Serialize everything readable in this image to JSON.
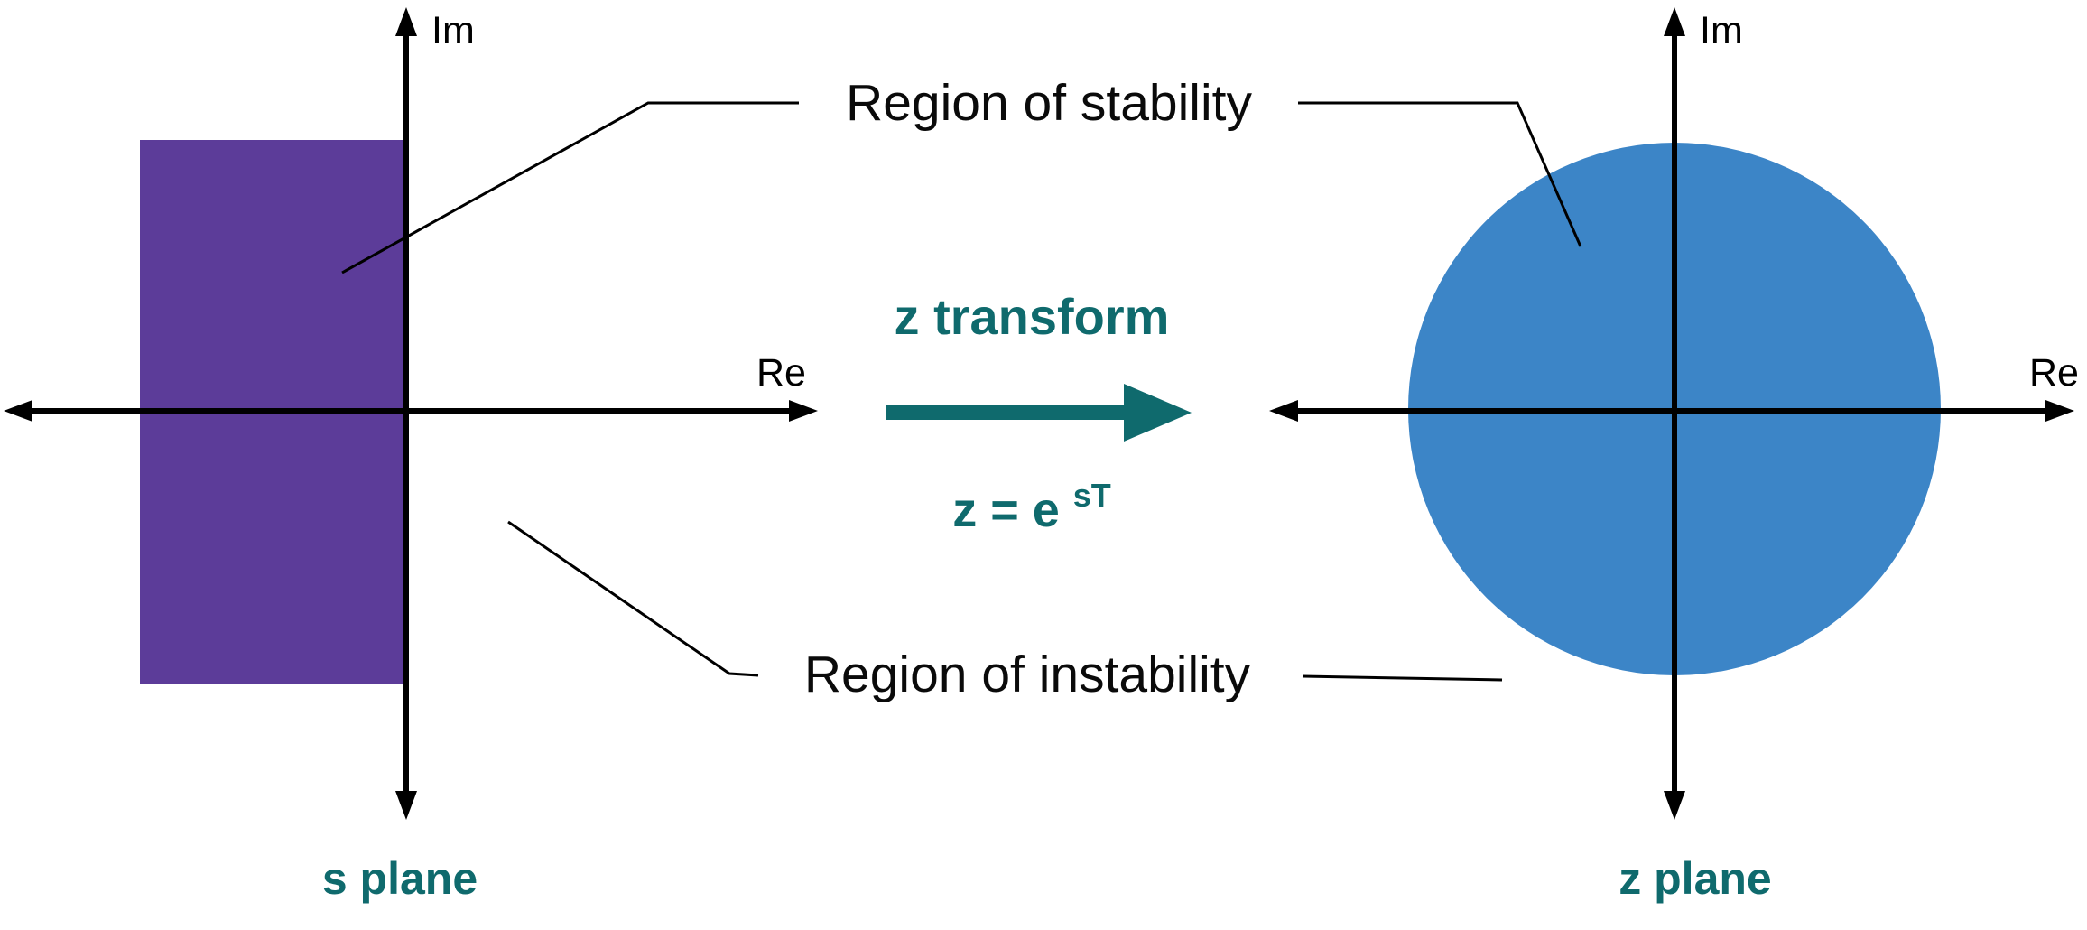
{
  "colors": {
    "purple": "#5c3c99",
    "blue": "#3c85c7",
    "teal": "#0f6a6d",
    "axis": "#000000"
  },
  "labels": {
    "region_stability": "Region of stability",
    "region_instability": "Region of instability"
  },
  "transform": {
    "title": "z transform",
    "equation_base": "z = e",
    "equation_exponent": "sT"
  },
  "s_plane": {
    "im": "Im",
    "re": "Re",
    "title": "s plane"
  },
  "z_plane": {
    "im": "Im",
    "re": "Re",
    "title": "z plane"
  }
}
